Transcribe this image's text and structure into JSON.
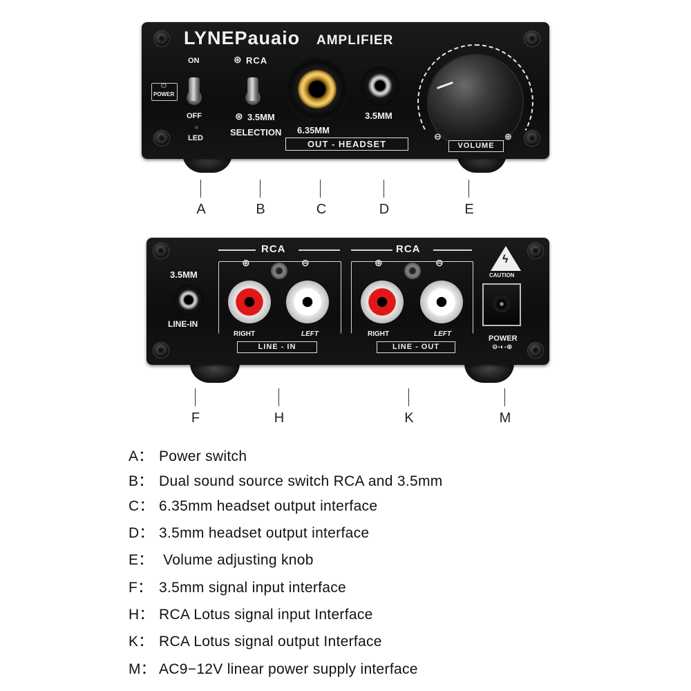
{
  "front": {
    "brand": "LYNEPauaio",
    "model": "AMPLIFIER",
    "power_label": "POWER",
    "on_label": "ON",
    "off_label": "OFF",
    "led_label": "LED",
    "rca_label": "RCA",
    "mm35_selector_label": "3.5MM",
    "selection_label": "SELECTION",
    "mm635_label": "6.35MM",
    "mm35_out_label": "3.5MM",
    "out_headset_label": "OUT - HEADSET",
    "volume_label": "VOLUME",
    "minus_glyph": "⊖",
    "plus_glyph": "⊕"
  },
  "back": {
    "rca_left_title": "RCA",
    "rca_right_title": "RCA",
    "mm35_label": "3.5MM",
    "line_in_side_label": "LINE-IN",
    "right_label_1": "RIGHT",
    "left_label_1": "LEFT",
    "right_label_2": "RIGHT",
    "left_label_2": "LEFT",
    "line_in_label": "LINE - IN",
    "line_out_label": "LINE - OUT",
    "caution_label": "CAUTION",
    "power_label": "POWER",
    "plus_glyph": "⊕",
    "minus_glyph": "⊖"
  },
  "callouts_front": [
    "A",
    "B",
    "C",
    "D",
    "E"
  ],
  "callouts_back": [
    "F",
    "H",
    "K",
    "M"
  ],
  "legend": [
    {
      "key": "A：",
      "text": "Power switch"
    },
    {
      "key": "B：",
      "text": "Dual sound source switch RCA and 3.5mm"
    },
    {
      "key": "C：",
      "text": "6.35mm headset output interface"
    },
    {
      "key": "D：",
      "text": "3.5mm headset output interface"
    },
    {
      "key": "E：",
      "text": " Volume adjusting knob"
    },
    {
      "key": "F：",
      "text": "3.5mm signal input interface"
    },
    {
      "key": "H：",
      "text": "RCA Lotus signal input Interface"
    },
    {
      "key": "K：",
      "text": "RCA Lotus signal output Interface"
    },
    {
      "key": "M：",
      "text": "AC9−12V linear power supply interface"
    }
  ]
}
